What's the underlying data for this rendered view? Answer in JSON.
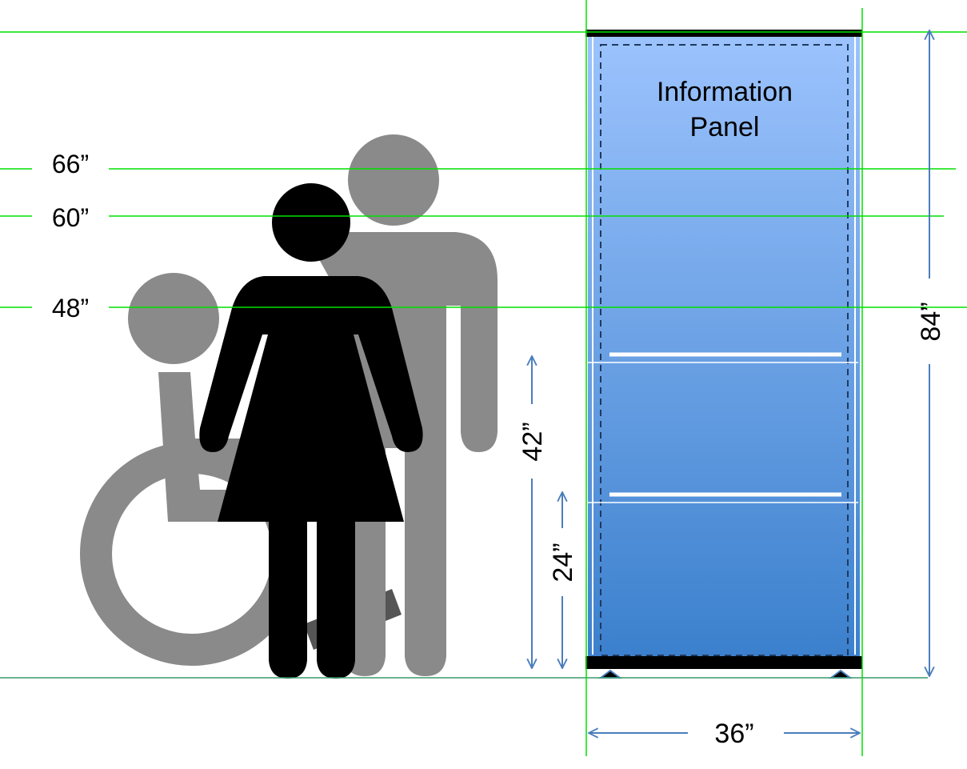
{
  "panel": {
    "title_line1": "Information",
    "title_line2": "Panel"
  },
  "height_marks": [
    {
      "label": "66”",
      "inches": 66
    },
    {
      "label": "60”",
      "inches": 60
    },
    {
      "label": "48”",
      "inches": 48
    }
  ],
  "dimensions": {
    "panel_height": "84”",
    "panel_width": "36”",
    "upper_shelf": "42”",
    "lower_shelf": "24”"
  },
  "colors": {
    "guide_line": "#00e000",
    "arrow": "#4a7ebb",
    "panel_top": "#9cc3fd",
    "panel_bottom": "#3b80cd",
    "figure_gray": "#8a8a8a",
    "figure_black": "#000000"
  }
}
